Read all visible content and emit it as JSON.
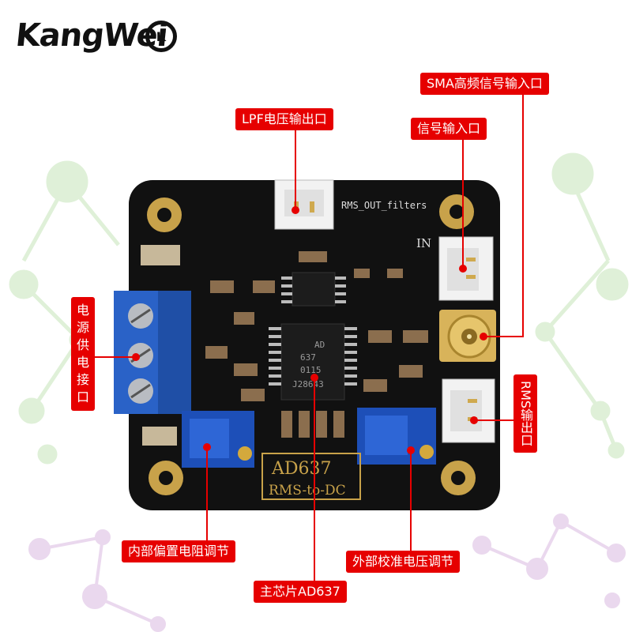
{
  "brand": {
    "name": "KangWei",
    "mark": "K"
  },
  "board": {
    "header_label": "RMS_OUT_filters",
    "in_label": "IN",
    "chip_text": [
      "AD",
      "637",
      "0115",
      "J28643"
    ],
    "silkscreen_title": "AD637",
    "silkscreen_subtitle": "RMS-to-DC"
  },
  "callouts": {
    "lpf_output": "LPF电压输出口",
    "sma_input": "SMA高频信号输入口",
    "signal_input": "信号输入口",
    "power_interface": "电源供电接口",
    "rms_output": "RMS输出口",
    "internal_bias": "内部偏置电阻调节",
    "external_cal": "外部校准电压调节",
    "main_chip": "主芯片AD637"
  },
  "colors": {
    "callout_red": "#e60000",
    "pcb_black": "#111111",
    "terminal_blue": "#2a62c7",
    "connector_white": "#f2f2f2",
    "gold": "#c8a24a"
  }
}
